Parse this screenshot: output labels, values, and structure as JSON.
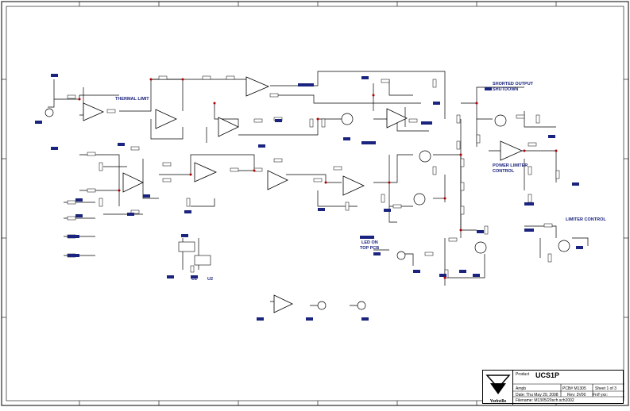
{
  "diagram": {
    "section_labels": {
      "thermal_limit": "THERMAL LIMIT",
      "shorted_output_line1": "SHORTED OUTPUT",
      "shorted_output_line2": "SHUTDOWN",
      "power_limiter_line1": "POWER LIMITER",
      "power_limiter_line2": "CONTROL",
      "limiter_control": "LIMITER CONTROL",
      "led_line1": "LED ON",
      "led_line2": "TOP PCB"
    },
    "ic_labels": {
      "u1": "U1",
      "u2": "U2"
    },
    "colors": {
      "wire": "#000000",
      "net_label_fill": "#1a237e",
      "junction": "#b00000",
      "section_text": "#1a237e"
    }
  },
  "title_block": {
    "product_label": "Product",
    "product": "UCS1P",
    "name": "Ampb",
    "pcb": "PCB# M1305",
    "sheet": "Sheet  1 of 3",
    "date": "Date: Thu May 29, 2008",
    "rev": "Rev: 3V00",
    "file": "Filename: M1305/20sch.sch2002",
    "company": "Yorkville",
    "fn": "Fn/f yxx:"
  }
}
